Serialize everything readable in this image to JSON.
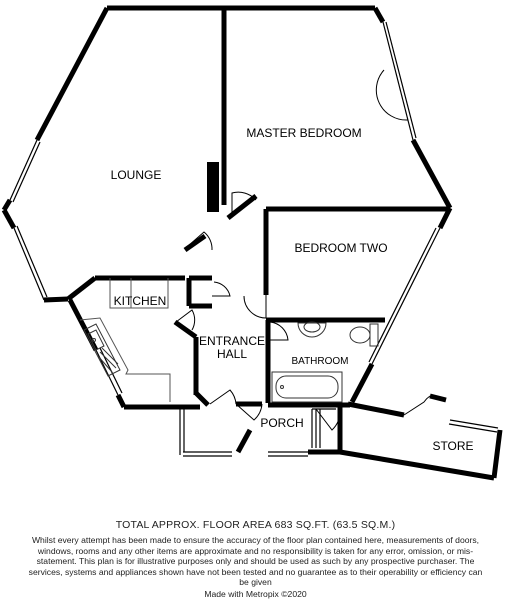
{
  "rooms": {
    "lounge": "LOUNGE",
    "master_bedroom": "MASTER BEDROOM",
    "bedroom_two": "BEDROOM TWO",
    "kitchen": "KITCHEN",
    "entrance_hall_line1": "ENTRANCE",
    "entrance_hall_line2": "HALL",
    "bathroom": "BATHROOM",
    "porch": "PORCH",
    "store": "STORE"
  },
  "footer": {
    "floor_area": "TOTAL APPROX. FLOOR AREA 683 SQ.FT. (63.5 SQ.M.)",
    "disclaimer": "Whilst every attempt has been made to ensure the accuracy of the floor plan contained here, measurements of doors, windows, rooms and any other items are approximate and no responsibility is taken for any error, omission, or mis-statement. This plan is for illustrative purposes only and should be used as such by any prospective purchaser. The services, systems and appliances shown have not been tested and no guarantee as to their operability or efficiency can be given",
    "credit": "Made with Metropix ©2020"
  },
  "colors": {
    "wall": "#000000",
    "background": "#ffffff",
    "fixture": "#555555"
  }
}
